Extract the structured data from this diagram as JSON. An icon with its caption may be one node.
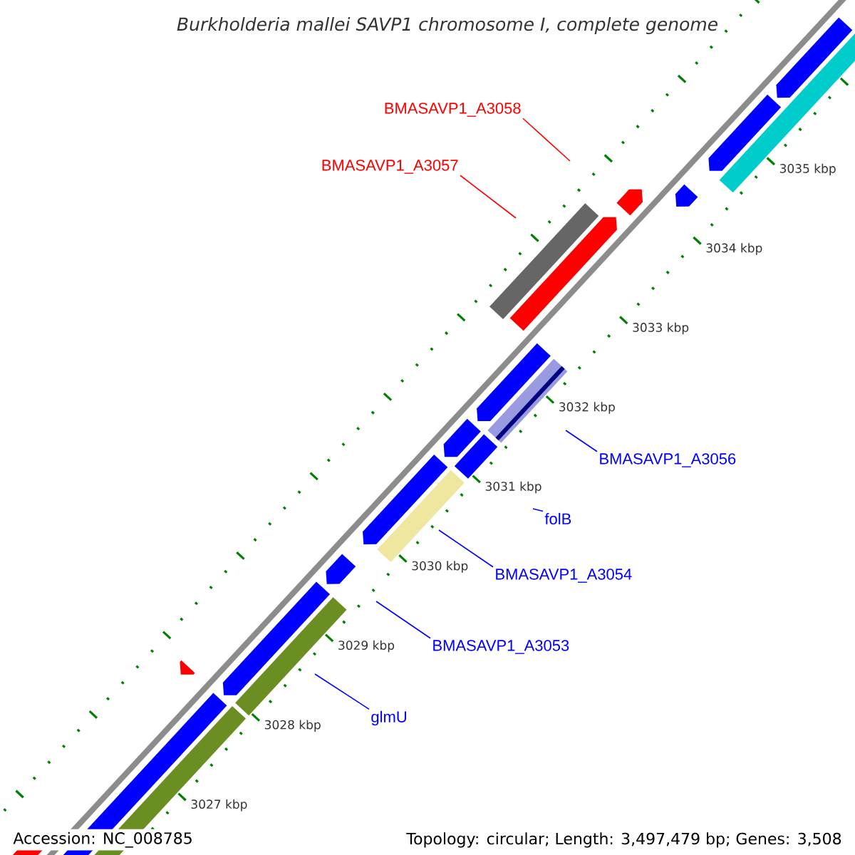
{
  "diagram": {
    "title": "Burkholderia mallei SAVP1 chromosome I, complete genome",
    "nodes": [
      {
        "text": [
          "BMASAVP1_A3058"
        ]
      },
      {
        "text": [
          "BMASAVP1_A3057"
        ]
      },
      {
        "text": [
          "BMASAVP1_A3056"
        ]
      },
      {
        "text": [
          "folB"
        ]
      },
      {
        "text": [
          "BMASAVP1_A3054"
        ]
      },
      {
        "text": [
          "BMASAVP1_A3053"
        ]
      },
      {
        "text": [
          "glmU"
        ]
      }
    ],
    "edges": [
      {
        "from": 0,
        "to": null,
        "arrow": "none",
        "color": "#ff0000"
      },
      {
        "from": 1,
        "to": null,
        "arrow": "none",
        "color": "#ff0000"
      },
      {
        "from": 2,
        "to": null,
        "arrow": "none"
      },
      {
        "from": 3,
        "to": null,
        "arrow": "none"
      },
      {
        "from": 4,
        "to": null,
        "arrow": "none"
      },
      {
        "from": 5,
        "to": null,
        "arrow": "none"
      },
      {
        "from": 6,
        "to": null,
        "arrow": "none"
      }
    ],
    "labels": [
      "3035 kbp",
      "3034 kbp",
      "3033 kbp",
      "3032 kbp",
      "3031 kbp",
      "3030 kbp",
      "3029 kbp",
      "3028 kbp",
      "3027 kbp",
      "Accession: NC_008785",
      "Topology: circular; Length: 3,497,479 bp; Genes: 3,508"
    ]
  }
}
